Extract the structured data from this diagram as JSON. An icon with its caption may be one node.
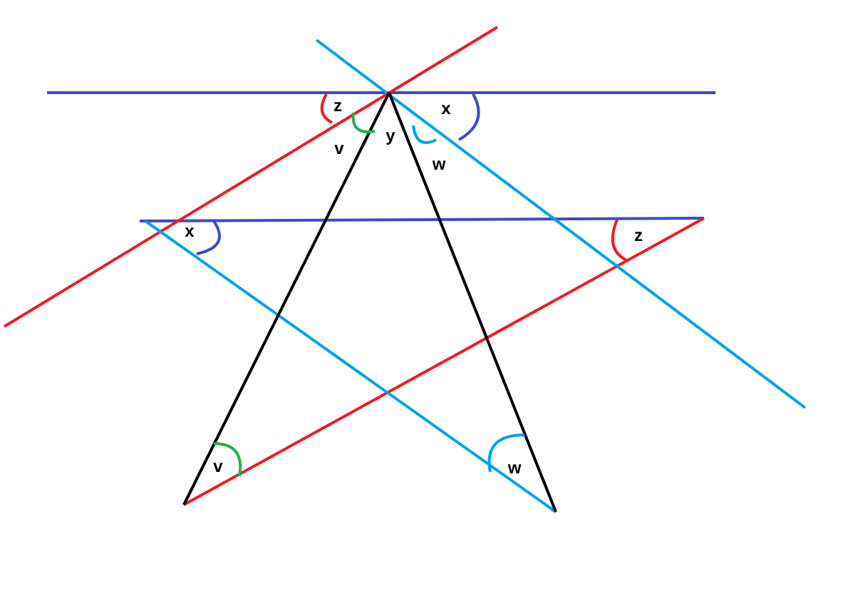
{
  "diagram": {
    "labels": [
      "z",
      "x",
      "v",
      "y",
      "w",
      "x",
      "z",
      "v",
      "w"
    ]
  }
}
